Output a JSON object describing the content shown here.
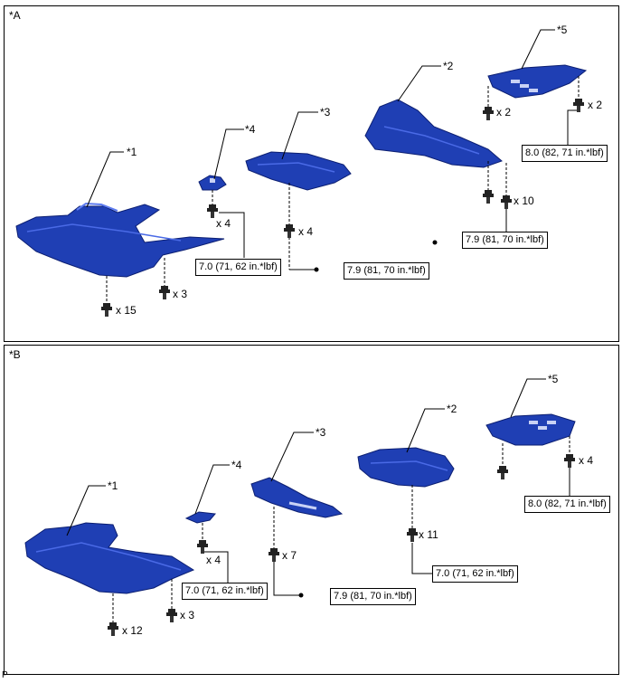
{
  "colors": {
    "part_fill": "#1f3fb4",
    "part_light": "#4a6ae6",
    "part_dark": "#0c1f72",
    "line": "#000000"
  },
  "panel_a": {
    "label": "*A",
    "callouts": [
      "*1",
      "*2",
      "*3",
      "*4",
      "*5"
    ],
    "quantities": [
      "x 15",
      "x 3",
      "x 4",
      "x 4",
      "x 10",
      "x 2",
      "x 2"
    ],
    "torques": [
      "7.0 (71, 62 in.*lbf)",
      "7.9 (81, 70 in.*lbf)",
      "7.9 (81, 70 in.*lbf)",
      "8.0 (82, 71 in.*lbf)"
    ]
  },
  "panel_b": {
    "label": "*B",
    "callouts": [
      "*1",
      "*2",
      "*3",
      "*4",
      "*5"
    ],
    "quantities": [
      "x 12",
      "x 3",
      "x 4",
      "x 7",
      "x 11",
      "x 4"
    ],
    "torques": [
      "7.0 (71, 62 in.*lbf)",
      "7.9 (81, 70 in.*lbf)",
      "7.0 (71, 62 in.*lbf)",
      "8.0 (82, 71 in.*lbf)"
    ]
  },
  "footer_code": "P"
}
